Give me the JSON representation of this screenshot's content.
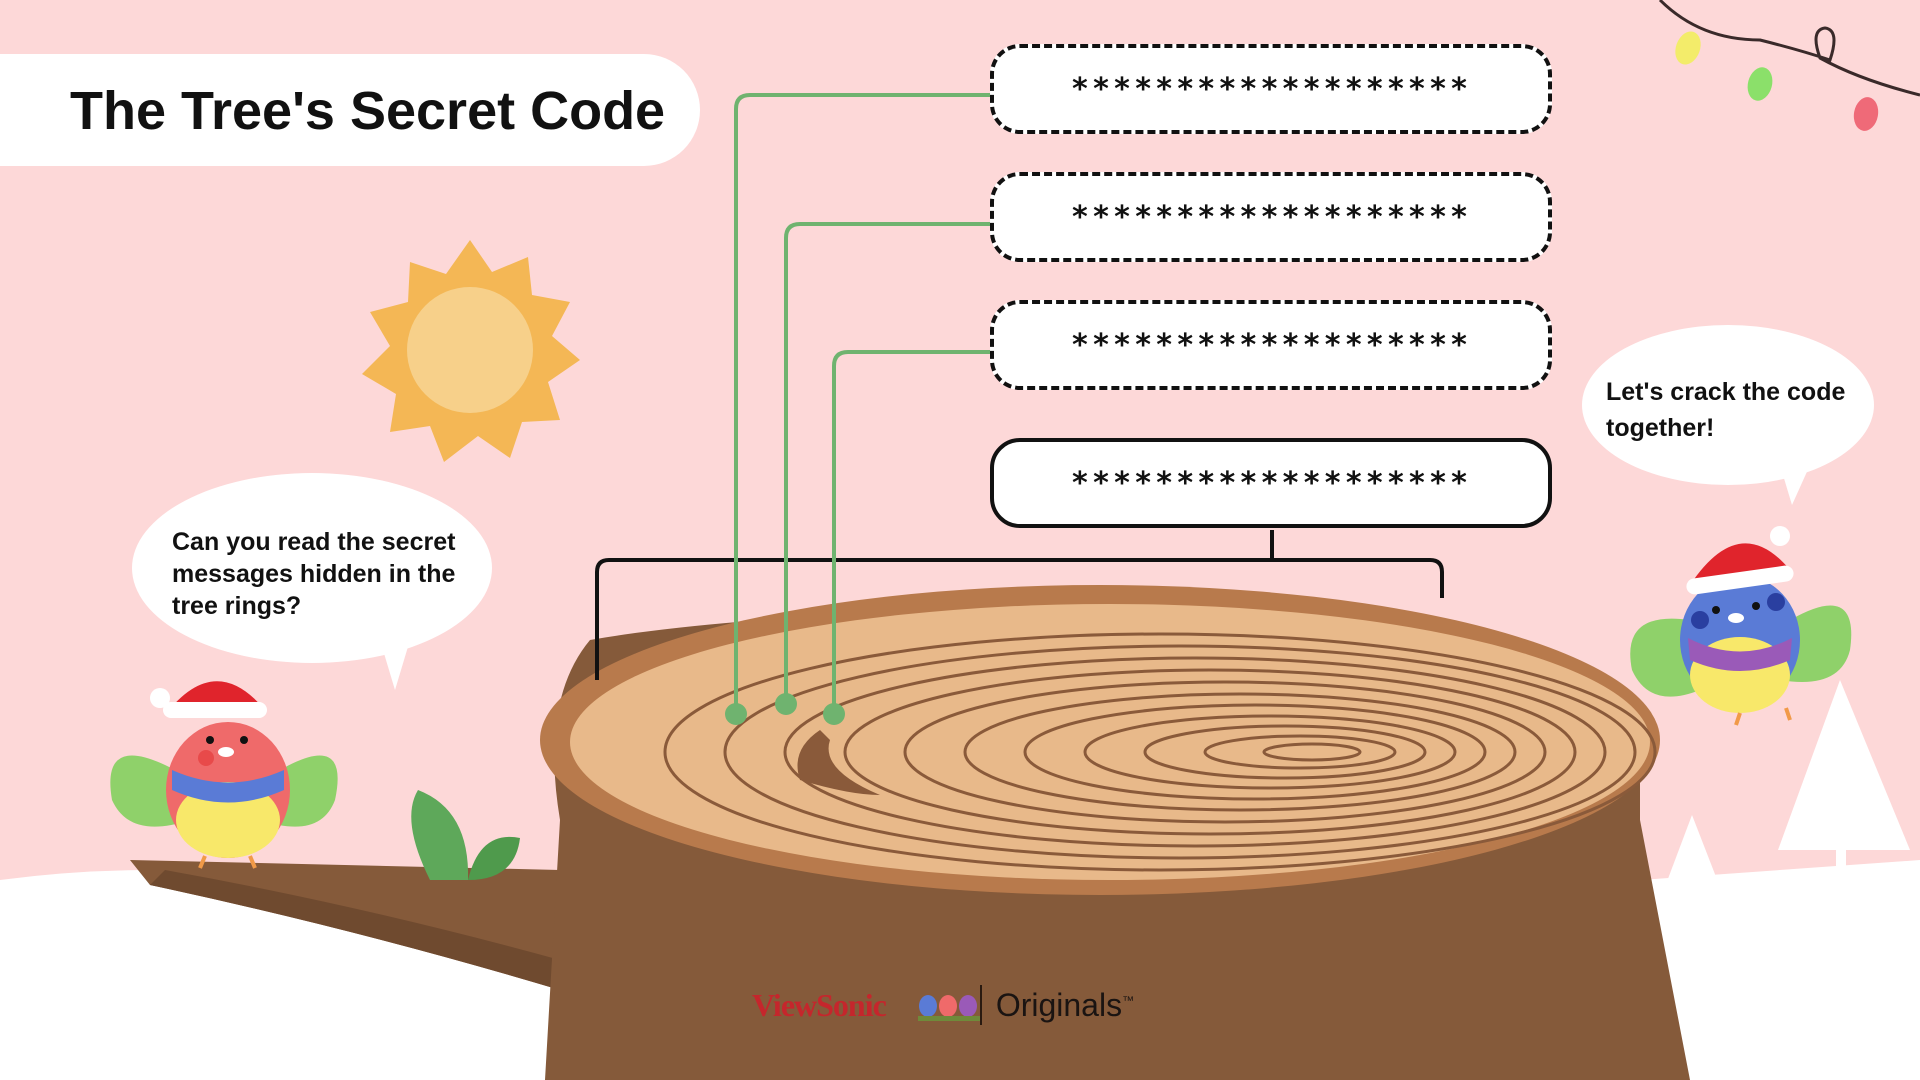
{
  "title": "The Tree's Secret Code",
  "codes": [
    "*******************",
    "*******************",
    "*******************",
    "*******************"
  ],
  "bubbles": {
    "left": [
      "Can you read the secret",
      "messages hidden in the",
      "tree rings?"
    ],
    "right": [
      "Let's crack the code",
      "together!"
    ]
  },
  "branding": {
    "brand": "ViewSonic",
    "product": "Originals",
    "trademark": "™"
  },
  "colors": {
    "background": "#fdd8d8",
    "bark": "#855a3a",
    "wood": "#e8b98a",
    "ring_line": "#8a5a3a",
    "connector": "#6fb36f",
    "sun": "#f4b755"
  }
}
